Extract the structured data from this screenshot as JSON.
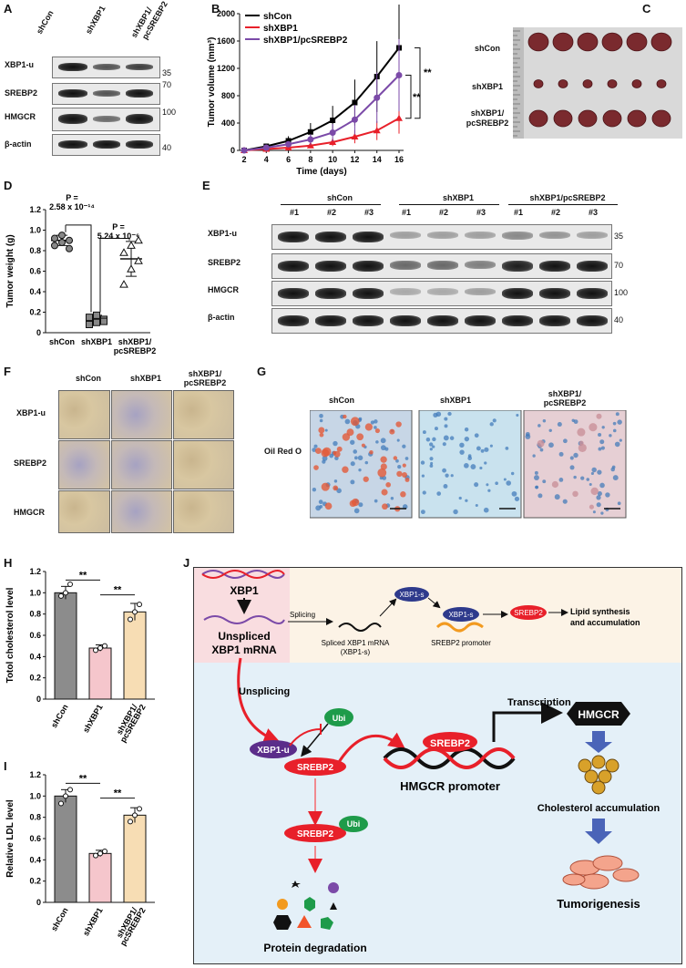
{
  "panels": {
    "A": "A",
    "B": "B",
    "C": "C",
    "D": "D",
    "E": "E",
    "F": "F",
    "G": "G",
    "H": "H",
    "I": "I",
    "J": "J"
  },
  "groups": [
    "shCon",
    "shXBP1",
    "shXBP1/\npcSREBP2"
  ],
  "panelA": {
    "lanes": [
      "shCon",
      "shXBP1",
      "shXBP1/",
      "pcSREBP2"
    ],
    "rows": [
      "XBP1-u",
      "SREBP2",
      "HMGCR",
      "β-actin"
    ],
    "markers": [
      "35",
      "70",
      "100",
      "40"
    ]
  },
  "panelC": {
    "rows": [
      "shCon",
      "shXBP1",
      "shXBP1/",
      "pcSREBP2"
    ]
  },
  "panelE": {
    "groups": [
      "shCon",
      "shXBP1",
      "shXBP1/pcSREBP2"
    ],
    "replicates": [
      "#1",
      "#2",
      "#3",
      "#1",
      "#2",
      "#3",
      "#1",
      "#2",
      "#3"
    ],
    "rows": [
      "XBP1-u",
      "SREBP2",
      "HMGCR",
      "β-actin"
    ],
    "markers": [
      "35",
      "70",
      "100",
      "40"
    ]
  },
  "panelF": {
    "cols": [
      "shCon",
      "shXBP1",
      "shXBP1/",
      "pcSREBP2"
    ],
    "rows": [
      "XBP1-u",
      "SREBP2",
      "HMGCR"
    ]
  },
  "panelG": {
    "cols": [
      "shCon",
      "shXBP1",
      "shXBP1/",
      "pcSREBP2"
    ],
    "row": "Oil Red O"
  },
  "chart_data": [
    {
      "type": "line",
      "x": [
        2,
        4,
        6,
        8,
        10,
        12,
        14,
        16
      ],
      "series": [
        {
          "name": "shCon",
          "values": [
            0,
            60,
            140,
            270,
            440,
            700,
            1080,
            1500
          ],
          "color": "#000000"
        },
        {
          "name": "shXBP1",
          "values": [
            0,
            20,
            40,
            70,
            120,
            200,
            290,
            470
          ],
          "color": "#e8202a"
        },
        {
          "name": "shXBP1/pcSREBP2",
          "values": [
            0,
            40,
            90,
            160,
            260,
            450,
            770,
            1100
          ],
          "color": "#7b4aa8"
        }
      ],
      "xlabel": "Time (days)",
      "ylabel": "Tumor volume (mm³)",
      "xticks": [
        "2",
        "4",
        "6",
        "8",
        "10",
        "12",
        "14",
        "16"
      ],
      "yticks": [
        "0",
        "400",
        "800",
        "1200",
        "1600",
        "2000"
      ],
      "ylim": [
        0,
        2000
      ],
      "annotations": [
        "**",
        "**"
      ]
    },
    {
      "type": "scatter",
      "categories": [
        "shCon",
        "shXBP1",
        "shXBP1/\npcSREBP2"
      ],
      "means": [
        0.9,
        0.13,
        0.72
      ],
      "sd": [
        0.05,
        0.04,
        0.17
      ],
      "points": [
        [
          0.85,
          0.88,
          0.9,
          0.92,
          0.95,
          0.82
        ],
        [
          0.08,
          0.1,
          0.13,
          0.15,
          0.17,
          0.11
        ],
        [
          0.47,
          0.62,
          0.7,
          0.78,
          0.85,
          0.9
        ]
      ],
      "ylabel": "Tumor weight (g)",
      "yticks": [
        "0",
        "0.2",
        "0.4",
        "0.6",
        "0.8",
        "1.0",
        "1.2"
      ],
      "ylim": [
        0,
        1.2
      ],
      "annotations": [
        "P =",
        "2.58 x 10⁻¹⁴",
        "P =",
        "5.24 x 10⁻⁶"
      ]
    },
    {
      "type": "bar",
      "categories": [
        "shCon",
        "shXBP1",
        "shXBP1/\npcSREBP2"
      ],
      "values": [
        1.0,
        0.48,
        0.82
      ],
      "sd": [
        0.06,
        0.03,
        0.08
      ],
      "points": [
        [
          0.97,
          1.0,
          1.08
        ],
        [
          0.46,
          0.48,
          0.5
        ],
        [
          0.75,
          0.82,
          0.89
        ]
      ],
      "colors": [
        "#8c8c8c",
        "#f5c6cc",
        "#f7ddb4"
      ],
      "ylabel": "Totol cholesterol level",
      "yticks": [
        "0",
        "0.2",
        "0.4",
        "0.6",
        "0.8",
        "1.0",
        "1.2"
      ],
      "ylim": [
        0,
        1.2
      ],
      "annotations": [
        "**",
        "**"
      ]
    },
    {
      "type": "bar",
      "categories": [
        "shCon",
        "shXBP1",
        "shXBP1/\npcSREBP2"
      ],
      "values": [
        1.0,
        0.46,
        0.82
      ],
      "sd": [
        0.06,
        0.03,
        0.07
      ],
      "points": [
        [
          0.93,
          1.0,
          1.06
        ],
        [
          0.44,
          0.46,
          0.48
        ],
        [
          0.76,
          0.82,
          0.88
        ]
      ],
      "colors": [
        "#8c8c8c",
        "#f5c6cc",
        "#f7ddb4"
      ],
      "ylabel": "Relative LDL level",
      "yticks": [
        "0",
        "0.2",
        "0.4",
        "0.6",
        "0.8",
        "1.0",
        "1.2"
      ],
      "ylim": [
        0,
        1.2
      ],
      "annotations": [
        "**",
        "**"
      ]
    }
  ],
  "panelJ": {
    "xbp1": "XBP1",
    "unspliced": "Unspliced",
    "unspliced_mrna": "XBP1 mRNA",
    "splicing": "Splicing",
    "xbp1s": "XBP1-s",
    "spliced_mrna": "Spliced XBP1 mRNA",
    "spliced_mrna2": "(XBP1-s)",
    "srebp2_promoter": "SREBP2 promoter",
    "srebp2": "SREBP2",
    "lipid": "Lipid synthesis",
    "lipid2": "and accumulation",
    "unsplicing": "Unsplicing",
    "ubi": "Ubi",
    "xbp1u": "XBP1-u",
    "transcription": "Transcription",
    "hmgcr": "HMGCR",
    "hmgcr_promoter": "HMGCR promoter",
    "cholesterol": "Cholesterol  accumulation",
    "degradation": "Protein degradation",
    "tumorigenesis": "Tumorigenesis"
  }
}
